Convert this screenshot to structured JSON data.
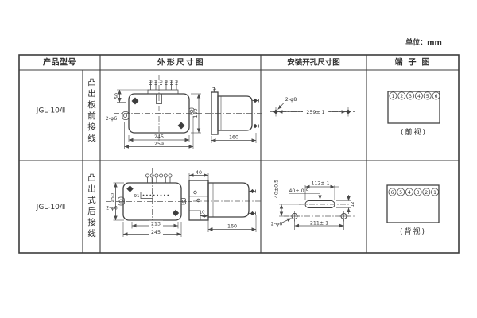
{
  "unit_label": "单位：mm",
  "table": {
    "headers": {
      "model": "产品型号",
      "outline": "外形尺寸图",
      "install": "安装开孔尺寸图",
      "terminal": "端子图"
    },
    "rows": [
      {
        "model": "JGL-10/Ⅱ",
        "wiring": "凸出板前接线",
        "outline": {
          "dim_top": "50",
          "dim_height": "150",
          "dim_width_inner": "245",
          "dim_width_outer": "259",
          "hole_label": "2-φ6",
          "side_depth": "160"
        },
        "install": {
          "hole_label": "2-φ8",
          "dim_span": "259± 1"
        },
        "terminal": {
          "numbers": [
            "1",
            "2",
            "3",
            "4",
            "5",
            "6"
          ],
          "view_label": "(前视)"
        }
      },
      {
        "model": "JGL-10/Ⅱ",
        "wiring": "凸出式后接线",
        "outline": {
          "dim_height": "150",
          "dim_slot": "91",
          "dim_width_inner": "213",
          "dim_width_outer": "245",
          "hole_label": "2-φ6",
          "side_block": "40",
          "side_step": "10",
          "side_depth": "160"
        },
        "install": {
          "slot_span": "112± 1",
          "offset_h": "40± 0.5",
          "offset_v": "40±0.5",
          "slot_height": "12",
          "dim_span": "211± 1",
          "hole_label": "2-φ6"
        },
        "terminal": {
          "numbers": [
            "6",
            "5",
            "4",
            "3",
            "2",
            "1"
          ],
          "view_label": "(背视)"
        }
      }
    ]
  }
}
